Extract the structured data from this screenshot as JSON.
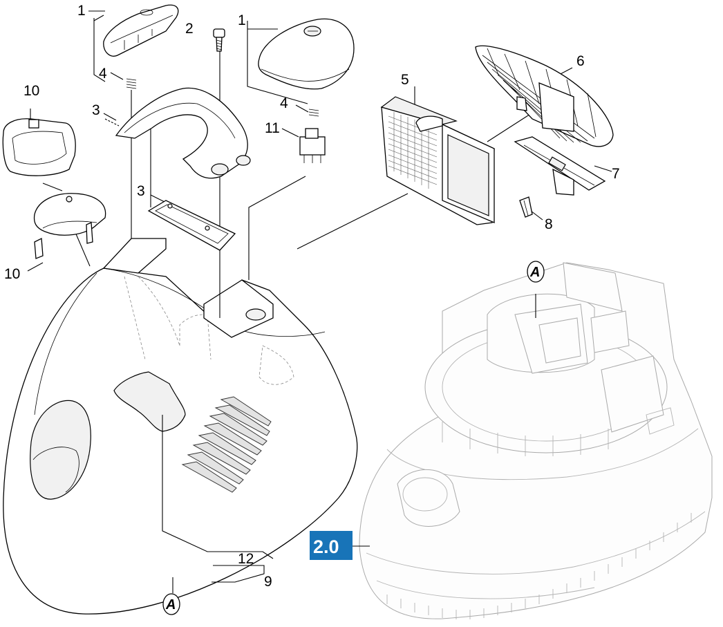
{
  "callouts": {
    "c1a": "1",
    "c1b": "1",
    "c2": "2",
    "c3a": "3",
    "c3b": "3",
    "c4a": "4",
    "c4b": "4",
    "c5": "5",
    "c6": "6",
    "c7": "7",
    "c8": "8",
    "c9": "9",
    "c10a": "10",
    "c10b": "10",
    "c11": "11",
    "c12": "12"
  },
  "section_label": "2.0",
  "ref_marks": {
    "top": "A",
    "bottom": "A"
  },
  "colors": {
    "section_box": "#1874b8",
    "line": "#000000",
    "ghost": "#a9a9a9"
  }
}
